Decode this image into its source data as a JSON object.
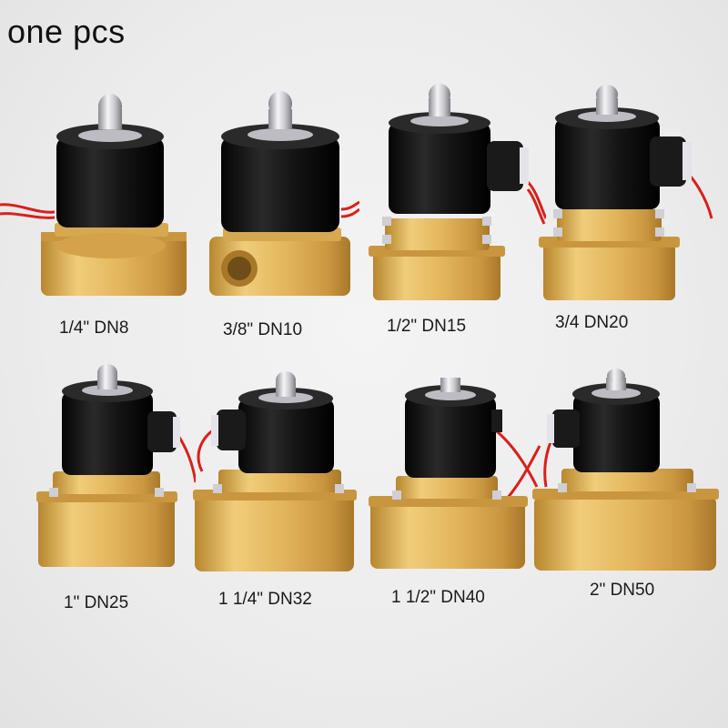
{
  "headline": "one pcs",
  "products": [
    {
      "label": "1/4\" DN8"
    },
    {
      "label": "3/8\" DN10"
    },
    {
      "label": "1/2\" DN15"
    },
    {
      "label": "3/4 DN20"
    },
    {
      "label": "1\" DN25"
    },
    {
      "label": "1 1/4\" DN32"
    },
    {
      "label": "1 1/2\" DN40"
    },
    {
      "label": "2\" DN50"
    }
  ],
  "colors": {
    "coil": "#151515",
    "brass": "#e3b55c",
    "brass_dark": "#b8862f",
    "chrome": "#d9d9de",
    "wire": "#d8201c",
    "background": "#ededed"
  }
}
